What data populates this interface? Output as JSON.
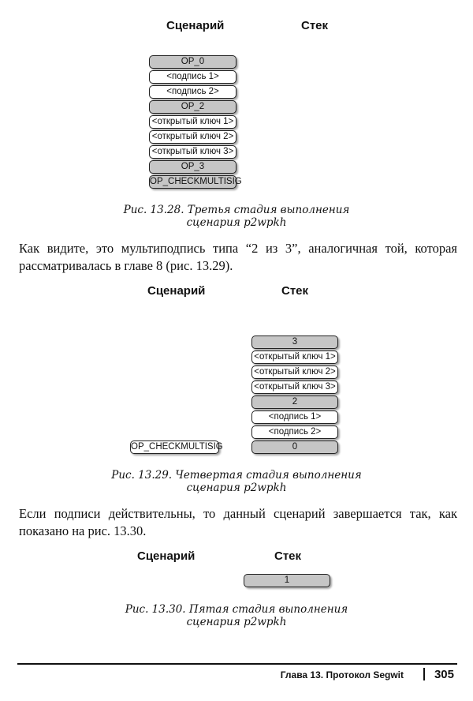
{
  "figure1": {
    "script_header": "Сценарий",
    "stack_header": "Стек",
    "stack": [
      "OP_0",
      "<подпись 1>",
      "<подпись 2>",
      "OP_2",
      "<открытый ключ 1>",
      "<открытый ключ 2>",
      "<открытый ключ 3>",
      "OP_3",
      "OP_CHECKMULTISIG"
    ],
    "caption_line1": "Рис. 13.28. Третья стадия выполнения",
    "caption_line2": "сценария p2wpkh"
  },
  "paragraph1": "Как видите, это мультиподпись типа “2 из 3”, аналогичная той, которая рассматривалась в главе 8 (рис. 13.29).",
  "figure2": {
    "script_header": "Сценарий",
    "stack_header": "Стек",
    "script_item": "OP_CHECKMULTISIG",
    "stack": [
      "3",
      "<открытый ключ 1>",
      "<открытый ключ 2>",
      "<открытый ключ 3>",
      "2",
      "<подпись 1>",
      "<подпись 2>",
      "0"
    ],
    "caption_line1": "Рис. 13.29. Четвертая стадия выполнения",
    "caption_line2": "сценария p2wpkh"
  },
  "paragraph2": "Если подписи действительны, то данный сценарий завершается так, как показано на рис. 13.30.",
  "figure3": {
    "script_header": "Сценарий",
    "stack_header": "Стек",
    "stack": [
      "1"
    ],
    "caption_line1": "Рис. 13.30. Пятая стадия выполнения",
    "caption_line2": "сценария p2wpkh"
  },
  "footer": {
    "chapter": "Глава 13. Протокол Segwit",
    "page_number": "305"
  }
}
